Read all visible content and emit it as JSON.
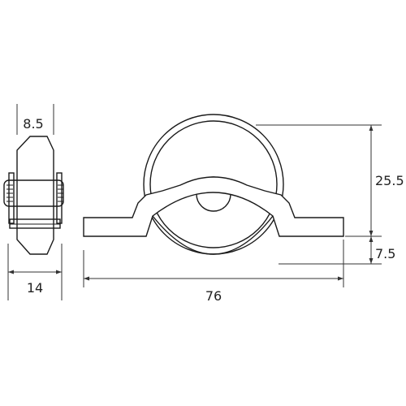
{
  "dimensions": {
    "side_top_width": "8.5",
    "side_base_width": "14",
    "front_total_width": "76",
    "front_wheel_height": "25.5",
    "front_wheel_drop": "7.5"
  },
  "colors": {
    "outline": "#1a1a1a",
    "dimension_line": "#333333"
  }
}
